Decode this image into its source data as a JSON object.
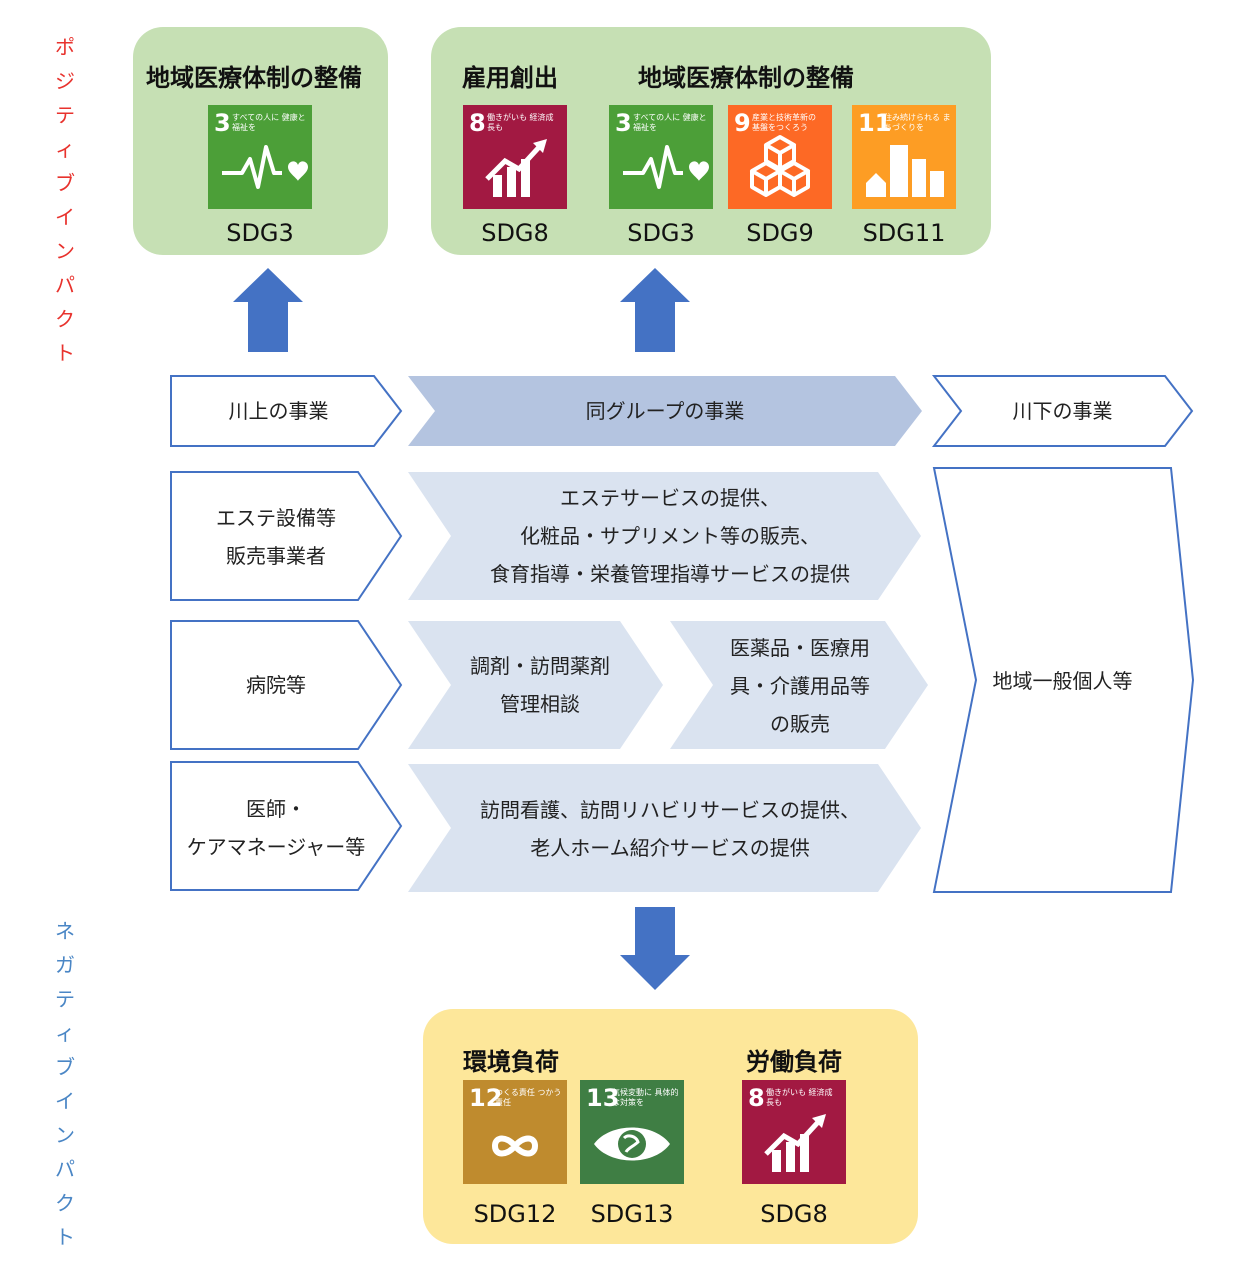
{
  "side_labels": {
    "positive": [
      "ポ",
      "ジ",
      "テ",
      "ィ",
      "ブ",
      "イ",
      "ン",
      "パ",
      "ク",
      "ト"
    ],
    "negative": [
      "ネ",
      "ガ",
      "テ",
      "ィ",
      "ブ",
      "イ",
      "ン",
      "パ",
      "ク",
      "ト"
    ],
    "positive_color": "#e8322d",
    "negative_color": "#4a86c5"
  },
  "top_panels": {
    "left": {
      "title": "地域医療体制の整備",
      "icons": [
        {
          "num": "3",
          "caption": "すべての人に 健康と福祉を",
          "label": "SDG3",
          "color": "#4c9f38",
          "icon": "heartbeat-icon"
        }
      ]
    },
    "right": {
      "title_left": "雇用創出",
      "title_right": "地域医療体制の整備",
      "icons": [
        {
          "num": "8",
          "caption": "働きがいも 経済成長も",
          "label": "SDG8",
          "color": "#a21942",
          "icon": "growth-chart-icon"
        },
        {
          "num": "3",
          "caption": "すべての人に 健康と福祉を",
          "label": "SDG3",
          "color": "#4c9f38",
          "icon": "heartbeat-icon"
        },
        {
          "num": "9",
          "caption": "産業と技術革新の 基盤をつくろう",
          "label": "SDG9",
          "color": "#fd6925",
          "icon": "cubes-icon"
        },
        {
          "num": "11",
          "caption": "住み続けられる まちづくりを",
          "label": "SDG11",
          "color": "#fd9d24",
          "icon": "city-icon"
        }
      ]
    },
    "panel_color": "#c6e0b4"
  },
  "header_row": {
    "upstream": "川上の事業",
    "group": "同グループの事業",
    "downstream": "川下の事業"
  },
  "rows": [
    {
      "upstream": [
        "エステ設備等",
        "販売事業者"
      ],
      "group": [
        "エステサービスの提供、",
        "化粧品・サプリメント等の販売、",
        "食育指導・栄養管理指導サービスの提供"
      ]
    },
    {
      "upstream": [
        "病院等"
      ],
      "group_a": [
        "調剤・訪問薬剤",
        "管理相談"
      ],
      "group_b": [
        "医薬品・医療用",
        "具・介護用品等",
        "の販売"
      ]
    },
    {
      "upstream": [
        "医師・",
        "ケアマネージャー等"
      ],
      "group": [
        "訪問看護、訪問リハビリサービスの提供、",
        "老人ホーム紹介サービスの提供"
      ]
    }
  ],
  "downstream_body": "地域一般個人等",
  "bottom_panel": {
    "title_left": "環境負荷",
    "title_right": "労働負荷",
    "icons": [
      {
        "num": "12",
        "caption": "つくる責任 つかう責任",
        "label": "SDG12",
        "color": "#bf8b2e",
        "icon": "infinity-icon"
      },
      {
        "num": "13",
        "caption": "気候変動に 具体的な対策を",
        "label": "SDG13",
        "color": "#3f7e44",
        "icon": "eye-globe-icon"
      },
      {
        "num": "8",
        "caption": "働きがいも 経済成長も",
        "label": "SDG8",
        "color": "#a21942",
        "icon": "growth-chart-icon"
      }
    ],
    "panel_color": "#fde79a"
  },
  "colors": {
    "arrow": "#4472c4",
    "chevron_outline": "#4472c4",
    "group_header_fill": "#b4c4e0",
    "group_body_fill": "#dae3f0"
  }
}
